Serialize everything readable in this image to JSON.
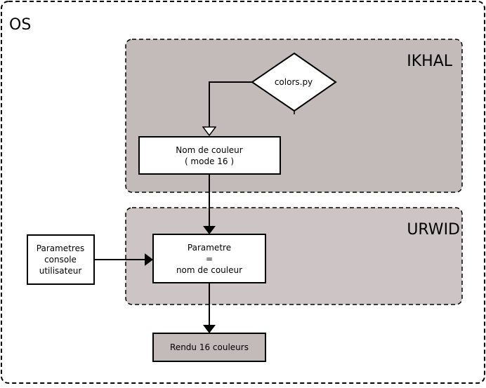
{
  "diagram": {
    "containers": {
      "os": {
        "label": "OS"
      },
      "ikhal": {
        "label": "IKHAL",
        "fill": "#c3baba"
      },
      "urwid": {
        "label": "URWID",
        "fill": "#cdc5c5"
      }
    },
    "nodes": {
      "colors_py": {
        "lines": [
          "colors.py"
        ]
      },
      "nom_couleur": {
        "lines": [
          "Nom de couleur",
          "( mode 16 )"
        ]
      },
      "parametre": {
        "lines": [
          "Parametre",
          "=",
          "nom de couleur"
        ]
      },
      "params_console": {
        "lines": [
          "Parametres",
          "console",
          "utilisateur"
        ]
      },
      "rendu": {
        "lines": [
          "Rendu 16 couleurs"
        ],
        "fill": "#c3baba"
      }
    }
  }
}
